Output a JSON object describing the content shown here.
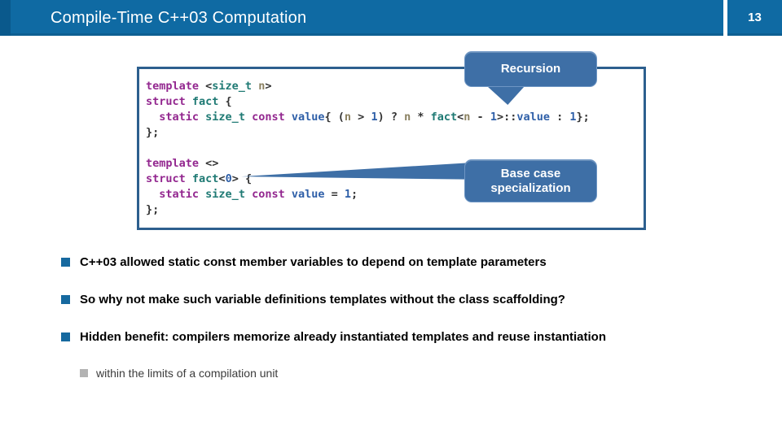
{
  "header": {
    "title": "Compile-Time C++03 Computation",
    "page_number": "13"
  },
  "callouts": {
    "recursion": {
      "label": "Recursion"
    },
    "base_case": {
      "label": "Base case specialization"
    }
  },
  "code_blocks": [
    {
      "name": "recursive-template",
      "lines": [
        [
          [
            "kw",
            "template"
          ],
          [
            "pl",
            " <"
          ],
          [
            "ty",
            "size_t"
          ],
          [
            "var",
            " n"
          ],
          [
            "pl",
            ">"
          ]
        ],
        [
          [
            "kw",
            "struct"
          ],
          [
            "ty",
            " fact"
          ],
          [
            "pl",
            " {"
          ]
        ],
        [
          [
            "pl",
            "  "
          ],
          [
            "kw",
            "static"
          ],
          [
            "ty",
            " size_t"
          ],
          [
            "kw",
            " const"
          ],
          [
            "val",
            " value"
          ],
          [
            "pl",
            "{ ("
          ],
          [
            "var",
            "n"
          ],
          [
            "pl",
            " > "
          ],
          [
            "num",
            "1"
          ],
          [
            "pl",
            ") ? "
          ],
          [
            "var",
            "n"
          ],
          [
            "pl",
            " * "
          ],
          [
            "ty",
            "fact"
          ],
          [
            "pl",
            "<"
          ],
          [
            "var",
            "n"
          ],
          [
            "pl",
            " - "
          ],
          [
            "num",
            "1"
          ],
          [
            "pl",
            ">::"
          ],
          [
            "val",
            "value"
          ],
          [
            "pl",
            " : "
          ],
          [
            "num",
            "1"
          ],
          [
            "pl",
            "};"
          ]
        ],
        [
          [
            "pl",
            "};"
          ]
        ]
      ]
    },
    {
      "name": "base-case-specialization",
      "lines": [
        [
          [
            "kw",
            "template"
          ],
          [
            "pl",
            " <>"
          ]
        ],
        [
          [
            "kw",
            "struct"
          ],
          [
            "ty",
            " fact"
          ],
          [
            "pl",
            "<"
          ],
          [
            "num",
            "0"
          ],
          [
            "pl",
            "> {"
          ]
        ],
        [
          [
            "pl",
            "  "
          ],
          [
            "kw",
            "static"
          ],
          [
            "ty",
            " size_t"
          ],
          [
            "kw",
            " const"
          ],
          [
            "val",
            " value"
          ],
          [
            "pl",
            " = "
          ],
          [
            "num",
            "1"
          ],
          [
            "pl",
            ";"
          ]
        ],
        [
          [
            "pl",
            "};"
          ]
        ]
      ]
    }
  ],
  "bullets": [
    {
      "level": 1,
      "text": "C++03 allowed static const member variables to depend on template parameters"
    },
    {
      "level": 1,
      "text": "So why not make such variable definitions templates without the class scaffolding?"
    },
    {
      "level": 1,
      "text": "Hidden benefit: compilers memorize already instantiated templates and reuse instantiation"
    },
    {
      "level": 2,
      "text": "within the limits of a compilation unit"
    }
  ],
  "colors": {
    "header": "#0f6aa3",
    "header_dark": "#0a598c",
    "callout": "#3e6fa6",
    "callout_border": "#6e96c4",
    "box_border": "#2d5f8e",
    "kw": "#93278f",
    "ty": "#1f7a74",
    "val": "#2e5fa8",
    "num": "#2e5fa8",
    "var": "#8a8060",
    "pl": "#333333",
    "bullet": "#16699f",
    "subbullet": "#b3b3b3"
  }
}
